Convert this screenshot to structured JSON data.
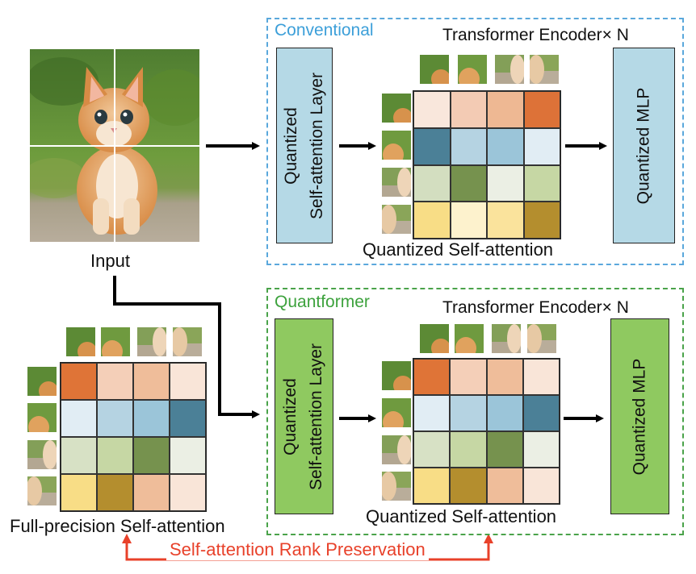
{
  "input_label": "Input",
  "conventional": {
    "tag": "Conventional",
    "encoder_title": "Transformer Encoder",
    "encoder_multiplier": "× N",
    "attn_layer_line1": "Quantized",
    "attn_layer_line2": "Self-attention Layer",
    "mlp_label": "Quantized MLP",
    "matrix_caption": "Quantized Self-attention",
    "matrix_colors": [
      [
        "#f9e7dc",
        "#f3cbb4",
        "#eeb893",
        "#dd7238"
      ],
      [
        "#4b8097",
        "#b5d3e2",
        "#9bc5d9",
        "#e1edf4"
      ],
      [
        "#d3dec0",
        "#76924e",
        "#ebefe4",
        "#c6d7a4"
      ],
      [
        "#f8dd86",
        "#fdf2cd",
        "#fae39c",
        "#b48e2e"
      ]
    ],
    "colors": {
      "frame": "#5aa8dc",
      "tag": "#3c9fd9",
      "box": "#b5d9e6"
    }
  },
  "quantformer": {
    "tag": "Quantformer",
    "encoder_title": "Transformer Encoder",
    "encoder_multiplier": "× N",
    "attn_layer_line1": "Quantized",
    "attn_layer_line2": "Self-attention Layer",
    "mlp_label": "Quantized MLP",
    "matrix_caption": "Quantized Self-attention",
    "matrix_colors": [
      [
        "#df7437",
        "#f4cfb8",
        "#efbd9a",
        "#f9e5d8"
      ],
      [
        "#e1edf4",
        "#b5d3e2",
        "#9bc5d9",
        "#4b8097"
      ],
      [
        "#d7e1c5",
        "#c6d7a4",
        "#76924e",
        "#ebefe4"
      ],
      [
        "#f8dd86",
        "#b48e2e",
        "#efbd9a",
        "#f9e5d8"
      ]
    ],
    "colors": {
      "frame": "#4aa34a",
      "tag": "#3da23d",
      "box": "#8fc960"
    }
  },
  "full_precision": {
    "caption": "Full-precision Self-attention",
    "matrix_colors": [
      [
        "#df7437",
        "#f4cfb8",
        "#efbd9a",
        "#f9e5d8"
      ],
      [
        "#e1edf4",
        "#b5d3e2",
        "#9bc5d9",
        "#4b8097"
      ],
      [
        "#d7e1c5",
        "#c6d7a4",
        "#76924e",
        "#ebefe4"
      ],
      [
        "#f8dd86",
        "#b48e2e",
        "#efbd9a",
        "#f9e5d8"
      ]
    ]
  },
  "rank_preservation": {
    "label": "Self-attention Rank Preservation",
    "color": "#e8412a"
  }
}
